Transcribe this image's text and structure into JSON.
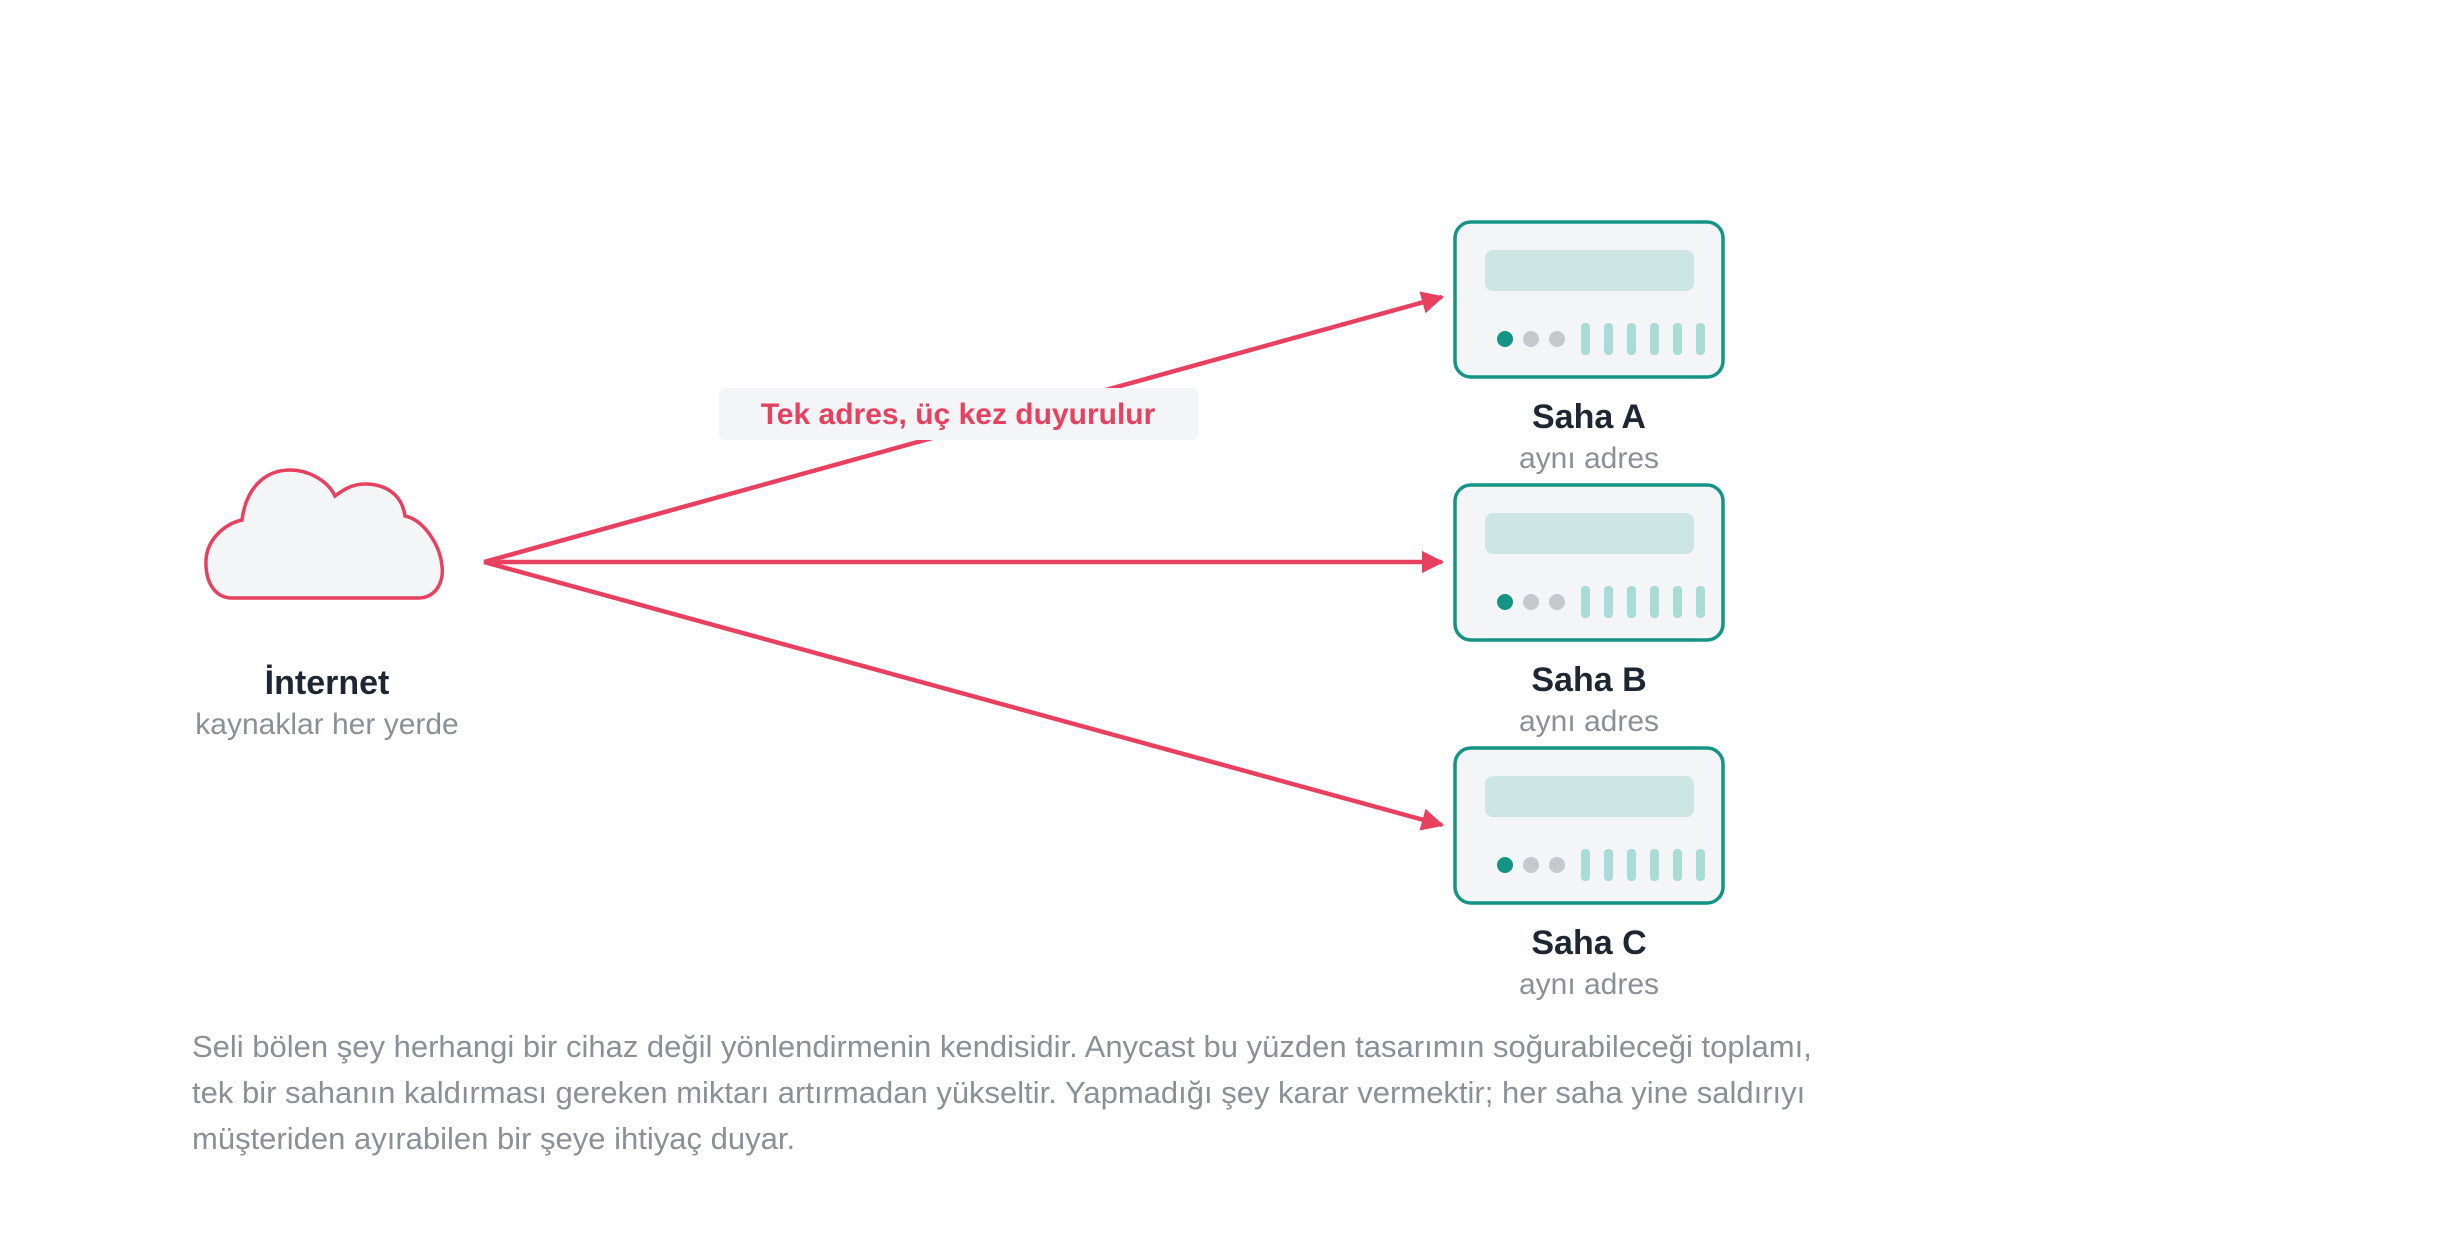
{
  "source": {
    "title": "İnternet",
    "subtitle": "kaynaklar her yerde",
    "icon": "cloud-icon"
  },
  "announcement_label": "Tek adres, üç kez duyurulur",
  "sites": [
    {
      "name": "Saha A",
      "subtitle": "aynı adres",
      "icon": "server-icon"
    },
    {
      "name": "Saha B",
      "subtitle": "aynı adres",
      "icon": "server-icon"
    },
    {
      "name": "Saha C",
      "subtitle": "aynı adres",
      "icon": "server-icon"
    }
  ],
  "caption_lines": [
    "Seli bölen şey herhangi bir cihaz değil yönlendirmenin kendisidir. Anycast bu yüzden tasarımın soğurabileceği toplamı,",
    "tek bir sahanın kaldırması gereken miktarı artırmadan yükseltir. Yapmadığı şey karar vermektir; her saha yine saldırıyı",
    "müşteriden ayırabilen bir şeye ihtiyaç duyar."
  ],
  "colors": {
    "arrow": "#e8405f",
    "server_border": "#149484",
    "server_fill": "#f4f5f7",
    "server_panel": "#cde6e3",
    "led_active": "#149484",
    "led_idle": "#c5c8cd",
    "title_text": "#1e2533",
    "muted_text": "#8a8f98",
    "label_bg": "#f4f5f7"
  }
}
